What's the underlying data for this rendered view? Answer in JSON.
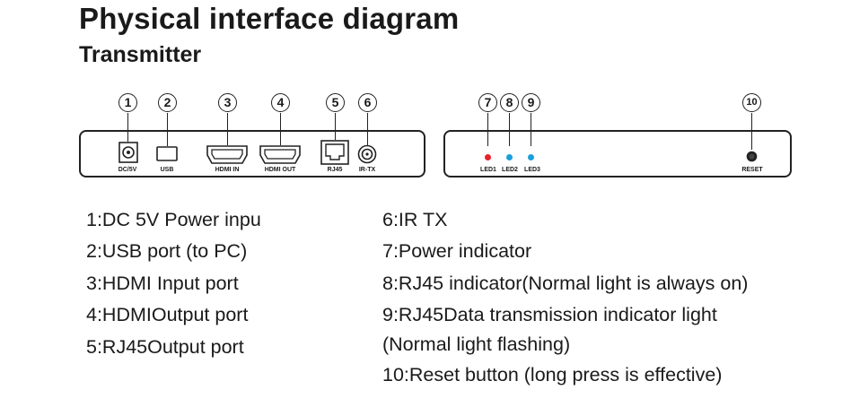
{
  "title": "Physical interface diagram",
  "subtitle": "Transmitter",
  "markers": [
    "1",
    "2",
    "3",
    "4",
    "5",
    "6",
    "7",
    "8",
    "9",
    "10"
  ],
  "port_labels": {
    "dc": "DC/5V",
    "usb": "USB",
    "hdmi_in": "HDMI IN",
    "hdmi_out": "HDMI OUT",
    "rj45": "RJ45",
    "irtx": "IR-TX",
    "led1": "LED1",
    "led2": "LED2",
    "led3": "LED3",
    "reset": "RESET"
  },
  "led_colors": {
    "led1": "#e8202a",
    "led2": "#1aa0dc",
    "led3": "#1aa0dc"
  },
  "descriptions_left": [
    "1:DC 5V Power inpu",
    "2:USB port (to PC)",
    "3:HDMI Input port",
    "4:HDMIOutput port",
    "5:RJ45Output port"
  ],
  "descriptions_right": [
    "6:IR TX",
    "7:Power indicator",
    "8:RJ45 indicator(Normal light is always on)",
    "9:RJ45Data transmission indicator light",
    "(Normal light flashing)",
    "10:Reset button (long press is effective)"
  ]
}
